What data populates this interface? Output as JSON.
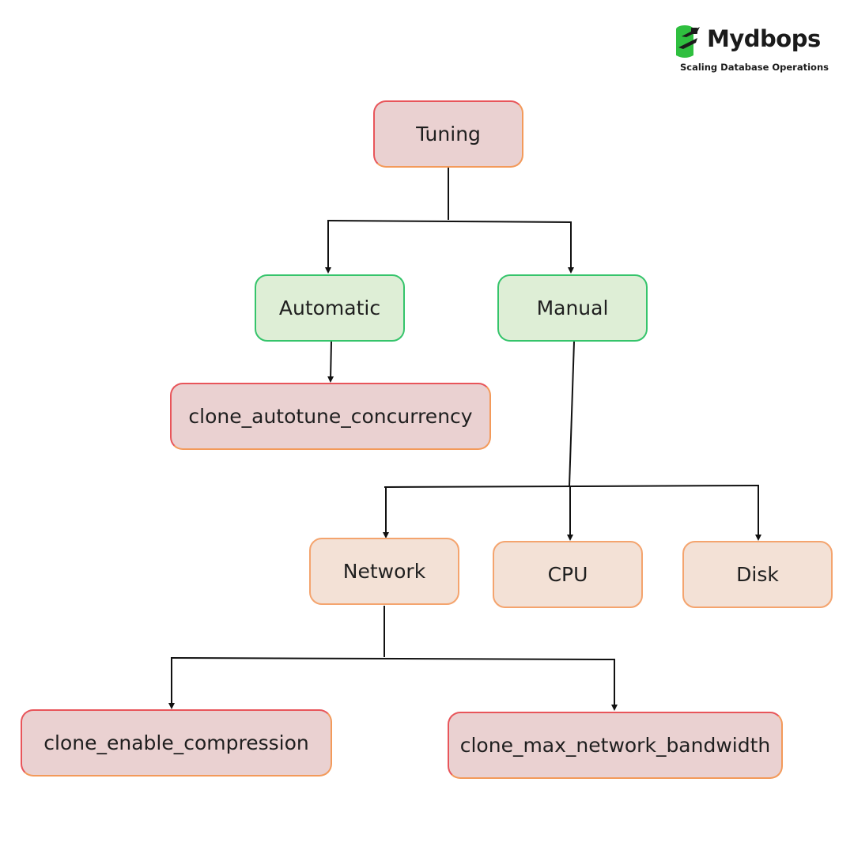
{
  "brand": {
    "name": "Mydbops",
    "tagline": "Scaling Database Operations",
    "colors": {
      "green": "#2fbf3f",
      "dark": "#1b1b1b"
    }
  },
  "nodes": {
    "tuning": "Tuning",
    "automatic": "Automatic",
    "manual": "Manual",
    "clone_autotune_concurrency": "clone_autotune_concurrency",
    "network": "Network",
    "cpu": "CPU",
    "disk": "Disk",
    "clone_enable_compression": "clone_enable_compression",
    "clone_max_network_bandwidth": "clone_max_network_bandwidth"
  },
  "colors": {
    "parameter_fill": "#ead1d1",
    "parameter_border": "#e8555a",
    "mode_fill": "#deeed6",
    "mode_border": "#35c46b",
    "resource_fill": "#f3e1d6",
    "resource_border": "#f4a46e",
    "connector": "#111111"
  }
}
